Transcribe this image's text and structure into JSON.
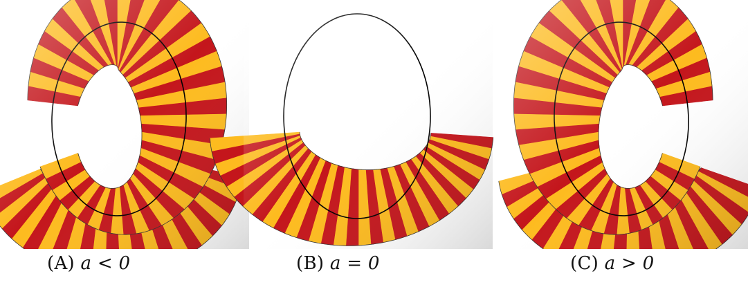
{
  "figure": {
    "stripe_colors": {
      "red": "#c4161c",
      "yellow": "#fdbb1f",
      "highlight": "#fff3a0",
      "curve": "#000000"
    },
    "panels": [
      {
        "tag": "(A)",
        "condition": "a < 0"
      },
      {
        "tag": "(B)",
        "condition": "a = 0"
      },
      {
        "tag": "(C)",
        "condition": "a > 0"
      }
    ]
  }
}
